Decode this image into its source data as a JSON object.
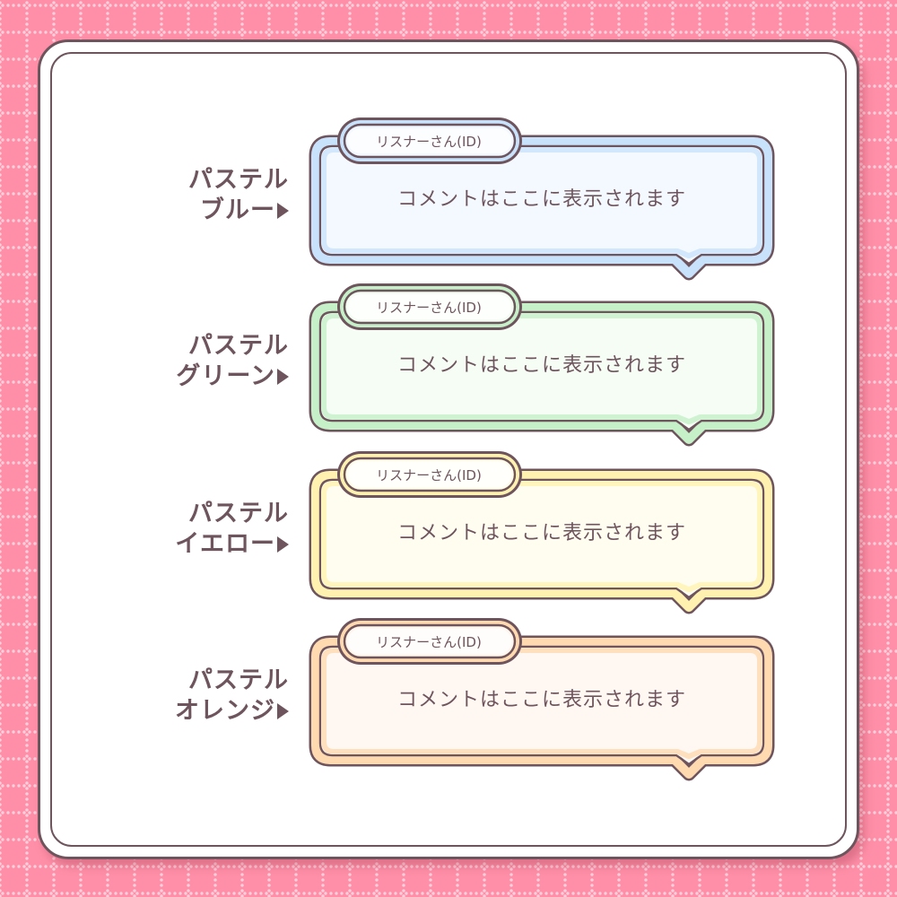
{
  "background": {
    "color": "#ff8fa8",
    "grid_dot_color": "#ffdce4"
  },
  "card": {
    "border_color": "#6e545d"
  },
  "bubbles": [
    {
      "label_line1": "パステル",
      "label_line2": "ブルー",
      "arrow": "▶",
      "tag_text": "リスナーさん(ID)",
      "comment_text": "コメントはここに表示されます",
      "band_color": "#c9e2fb",
      "fill_color": "#f4f9ff"
    },
    {
      "label_line1": "パステル",
      "label_line2": "グリーン",
      "arrow": "▶",
      "tag_text": "リスナーさん(ID)",
      "comment_text": "コメントはここに表示されます",
      "band_color": "#c6f0c8",
      "fill_color": "#f5fdf5"
    },
    {
      "label_line1": "パステル",
      "label_line2": "イエロー",
      "arrow": "▶",
      "tag_text": "リスナーさん(ID)",
      "comment_text": "コメントはここに表示されます",
      "band_color": "#fff2b0",
      "fill_color": "#fffdf0"
    },
    {
      "label_line1": "パステル",
      "label_line2": "オレンジ",
      "arrow": "▶",
      "tag_text": "リスナーさん(ID)",
      "comment_text": "コメントはここに表示されます",
      "band_color": "#ffd9b0",
      "fill_color": "#fff8f2"
    }
  ]
}
